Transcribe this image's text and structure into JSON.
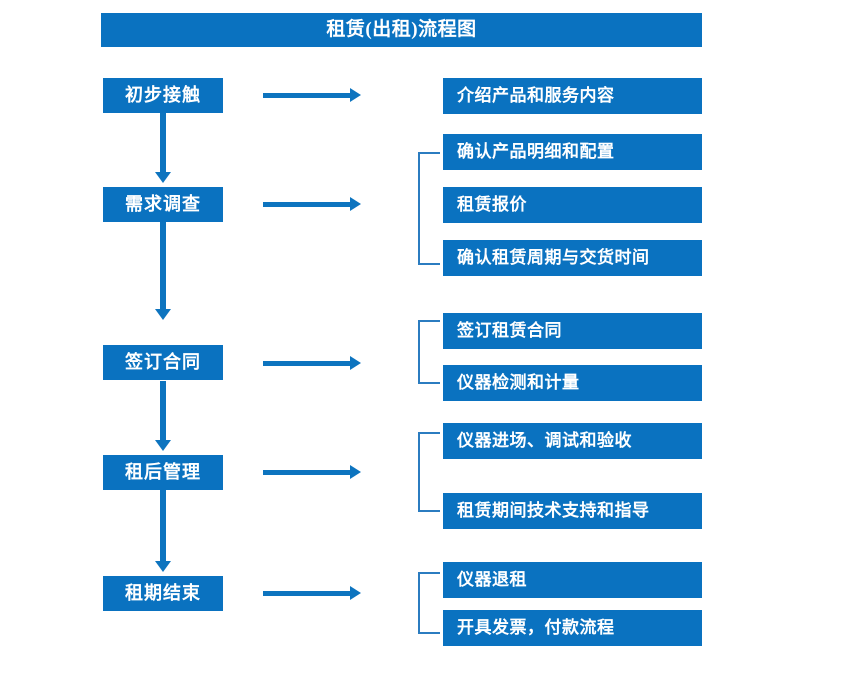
{
  "diagram": {
    "title": "租赁(出租)流程图",
    "accent_color": "#0a72c0",
    "arrow_color": "#0d74bf",
    "bracket_color": "#2b7cc0",
    "text_color": "#ffffff",
    "background_color": "#ffffff"
  },
  "stages": [
    {
      "id": "stage-1",
      "label": "初步接触"
    },
    {
      "id": "stage-2",
      "label": "需求调查"
    },
    {
      "id": "stage-3",
      "label": "签订合同"
    },
    {
      "id": "stage-4",
      "label": "租后管理"
    },
    {
      "id": "stage-5",
      "label": "租期结束"
    }
  ],
  "details": [
    {
      "id": "detail-1-1",
      "label": "介绍产品和服务内容"
    },
    {
      "id": "detail-2-1",
      "label": "确认产品明细和配置"
    },
    {
      "id": "detail-2-2",
      "label": "租赁报价"
    },
    {
      "id": "detail-2-3",
      "label": "确认租赁周期与交货时间"
    },
    {
      "id": "detail-3-1",
      "label": "签订租赁合同"
    },
    {
      "id": "detail-3-2",
      "label": "仪器检测和计量"
    },
    {
      "id": "detail-4-1",
      "label": "仪器进场、调试和验收"
    },
    {
      "id": "detail-4-2",
      "label": "租赁期间技术支持和指导"
    },
    {
      "id": "detail-5-1",
      "label": "仪器退租"
    },
    {
      "id": "detail-5-2",
      "label": "开具发票，付款流程"
    }
  ],
  "flow": {
    "stage_order": [
      "初步接触",
      "需求调查",
      "签订合同",
      "租后管理",
      "租期结束"
    ],
    "groups": [
      {
        "stage": "初步接触",
        "details": [
          "介绍产品和服务内容"
        ],
        "bracketed": false
      },
      {
        "stage": "需求调查",
        "details": [
          "确认产品明细和配置",
          "租赁报价",
          "确认租赁周期与交货时间"
        ],
        "bracketed": true
      },
      {
        "stage": "签订合同",
        "details": [
          "签订租赁合同",
          "仪器检测和计量"
        ],
        "bracketed": true
      },
      {
        "stage": "租后管理",
        "details": [
          "仪器进场、调试和验收",
          "租赁期间技术支持和指导"
        ],
        "bracketed": true
      },
      {
        "stage": "租期结束",
        "details": [
          "仪器退租",
          "开具发票，付款流程"
        ],
        "bracketed": true
      }
    ]
  }
}
